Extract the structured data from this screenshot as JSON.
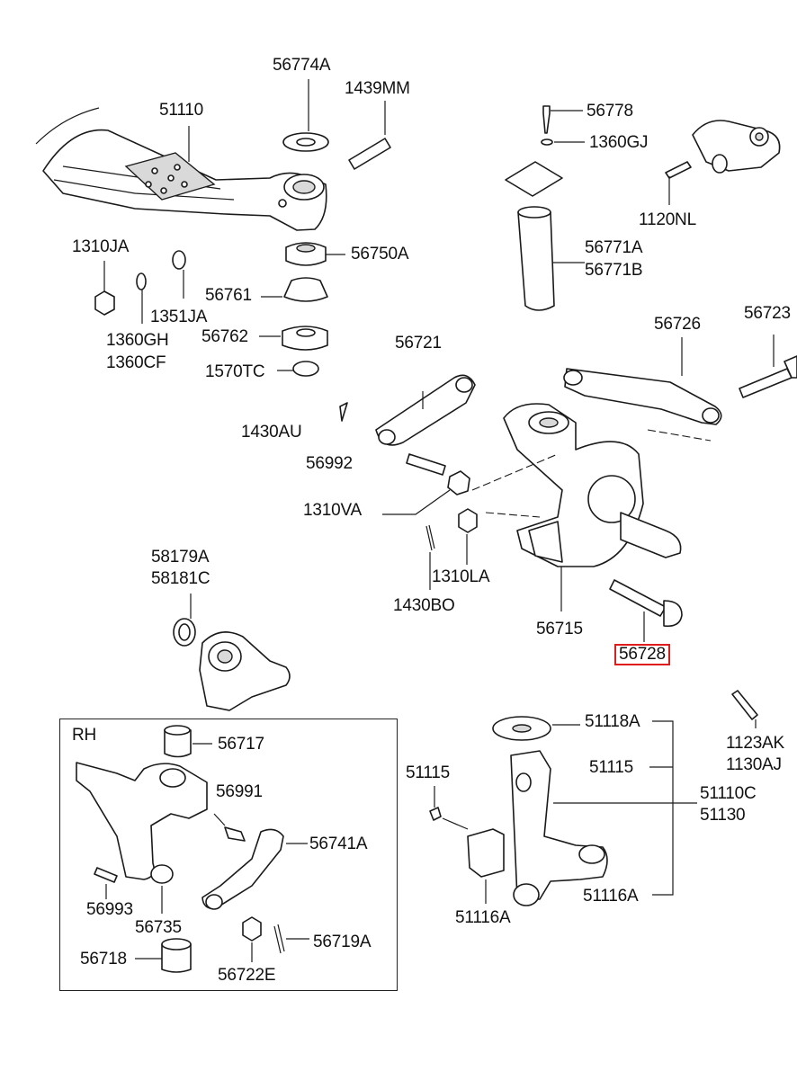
{
  "labels": {
    "p56774A": "56774A",
    "p1439MM": "1439MM",
    "p51110": "51110",
    "p56778": "56778",
    "p1360GJ": "1360GJ",
    "p1120NL": "1120NL",
    "p1310JA": "1310JA",
    "p56750A": "56750A",
    "p56771A": "56771A",
    "p56771B": "56771B",
    "p56761": "56761",
    "p1351JA": "1351JA",
    "p1360GH": "1360GH",
    "p1360CF": "1360CF",
    "p56762": "56762",
    "p1570TC": "1570TC",
    "p56721": "56721",
    "p56726": "56726",
    "p56723": "56723",
    "p1430AU": "1430AU",
    "p56992": "56992",
    "p1310VA": "1310VA",
    "p1310LA": "1310LA",
    "p58179A": "58179A",
    "p58181C": "58181C",
    "p1430BO": "1430BO",
    "p56715": "56715",
    "p56728": "56728",
    "pRH": "RH",
    "p56717": "56717",
    "p51118A": "51118A",
    "p1123AK": "1123AK",
    "p1130AJ": "1130AJ",
    "p51115a": "51115",
    "p51115b": "51115",
    "p56991": "56991",
    "p51110C": "51110C",
    "p51130": "51130",
    "p56741A": "56741A",
    "p56993": "56993",
    "p56735": "56735",
    "p51116Aa": "51116A",
    "p51116Ab": "51116A",
    "p56718": "56718",
    "p56722E": "56722E",
    "p56719A": "56719A"
  },
  "highlight": {
    "color": "#e01b1b",
    "part": "56728"
  }
}
